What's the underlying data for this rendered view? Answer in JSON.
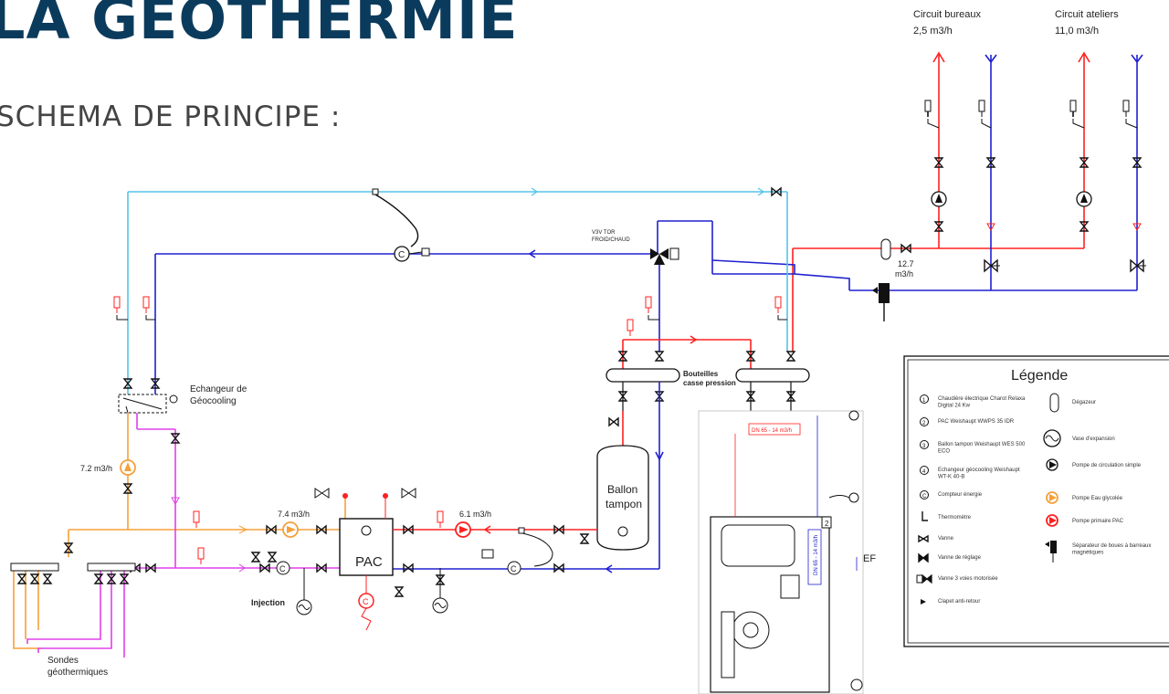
{
  "title": "LA GÉOTHERMIE",
  "subtitle": "SCHEMA DE PRINCIPE :",
  "circuits": {
    "bureaux_name": "Circuit bureaux",
    "bureaux_flow": "2,5 m3/h",
    "ateliers_name": "Circuit ateliers",
    "ateliers_flow": "11,0 m3/h"
  },
  "labels": {
    "vsv": "V3V TOR",
    "vsv2": "FROID/CHAUD",
    "flow_127": "12.7",
    "flow_127_unit": "m3/h",
    "echangeur_1": "Echangeur de",
    "echangeur_2": "Géocooling",
    "bouteilles_1": "Bouteilles",
    "bouteilles_2": "casse pression",
    "ballon_1": "Ballon",
    "ballon_2": "tampon",
    "flow_72": "7.2 m3/h",
    "flow_74": "7.4 m3/h",
    "flow_61": "6.1 m3/h",
    "pac": "PAC",
    "injection": "Injection",
    "sondes_1": "Sondes",
    "sondes_2": "géothermiques",
    "ef": "EF",
    "dn_top": "DN 65 - 14 m3/h",
    "dn_side": "DN 65 - 14 m3/h"
  },
  "legend": {
    "title": "Légende",
    "items": [
      {
        "num": "1",
        "text": "Chaudière électrique Charot Relaxa Digital 24 Kw"
      },
      {
        "num": "2",
        "text": "PAC Weishaupt WWPS 35 IDR"
      },
      {
        "num": "3",
        "text": "Ballon tampon Weishaupt WES 500 ECO"
      },
      {
        "num": "4",
        "text": "Echangeur géocooling Weishaupt WT-K 40-B"
      },
      {
        "num": "C",
        "text": "Compteur énergie"
      },
      {
        "num": "",
        "text": "Thermomètre"
      },
      {
        "num": "",
        "text": "Vanne"
      },
      {
        "num": "",
        "text": "Vanne de réglage"
      },
      {
        "num": "",
        "text": "Vanne 3 voies motorisée"
      },
      {
        "num": "",
        "text": "Clapet anti-retour"
      }
    ],
    "right_items": [
      {
        "text": "Dégazeur"
      },
      {
        "text": "Vase d'expansion"
      },
      {
        "text": "Pompe de circulation simple"
      },
      {
        "text": "Pompe Eau glycolée"
      },
      {
        "text": "Pompe primaire PAC"
      },
      {
        "text": "Séparateur de boues à barreaux magnétiques"
      }
    ]
  },
  "colors": {
    "title": "#0b3b5c",
    "hot": "#ff2020",
    "cold": "#2020d0",
    "cyan": "#55c4e8",
    "orange": "#f5a03a",
    "magenta": "#e040e8"
  }
}
